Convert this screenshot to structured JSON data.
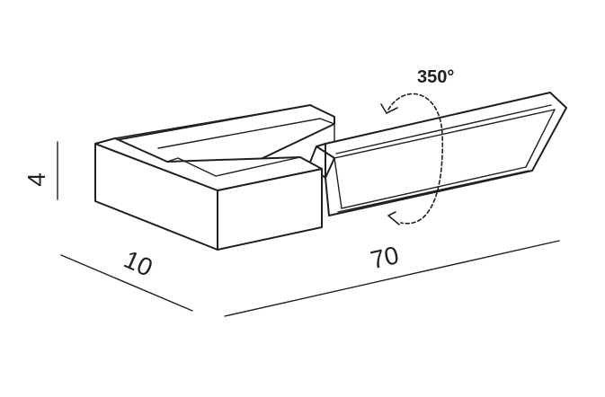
{
  "dimensions": {
    "height": "4",
    "depth": "10",
    "length": "70"
  },
  "rotation": {
    "angle": "350°"
  }
}
